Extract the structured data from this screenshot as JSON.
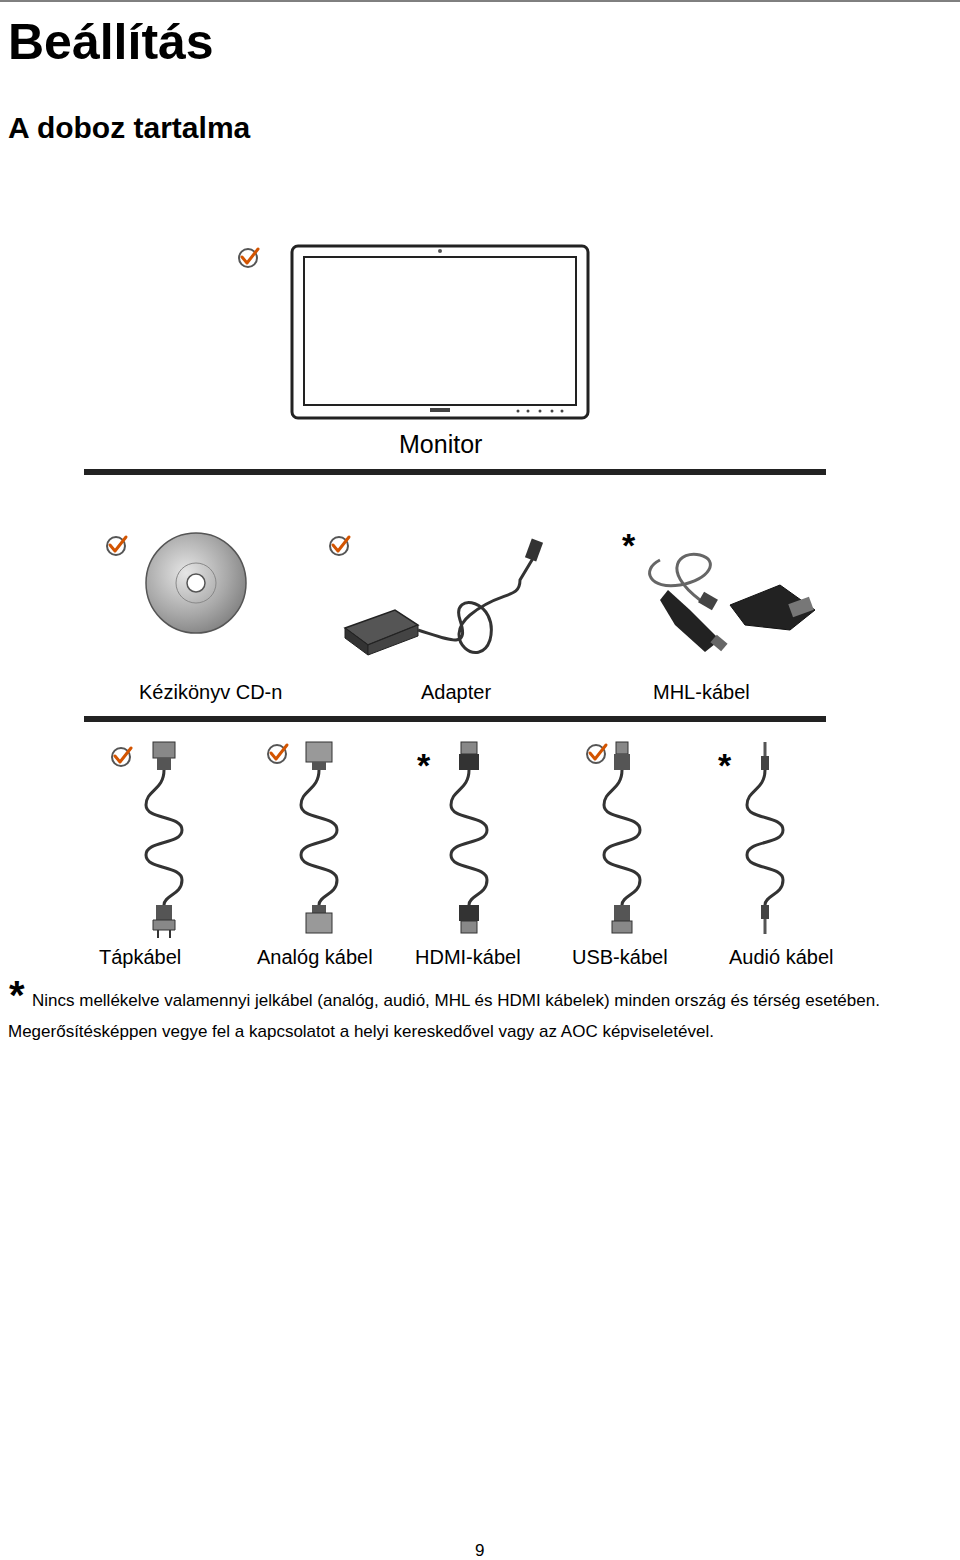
{
  "diagram": {
    "title": "Beállítás",
    "labels": [
      "A doboz tartalma",
      "Monitor",
      "*",
      "Kézikönyv CD-n",
      "Adapter",
      "MHL-kábel",
      "*",
      "*",
      "Tápkábel",
      "Analóg kábel",
      "HDMI-kábel",
      "USB-kábel",
      "Audió kábel",
      "*",
      "Nincs mellékelve valamennyi jelkábel (analóg, audió, MHL és HDMI kábelek) minden ország és térség esetében. Megerősítésképpen vegye fel a kapcsolatot a helyi kereskedővel vagy az AOC képviseletével.",
      "9"
    ]
  }
}
